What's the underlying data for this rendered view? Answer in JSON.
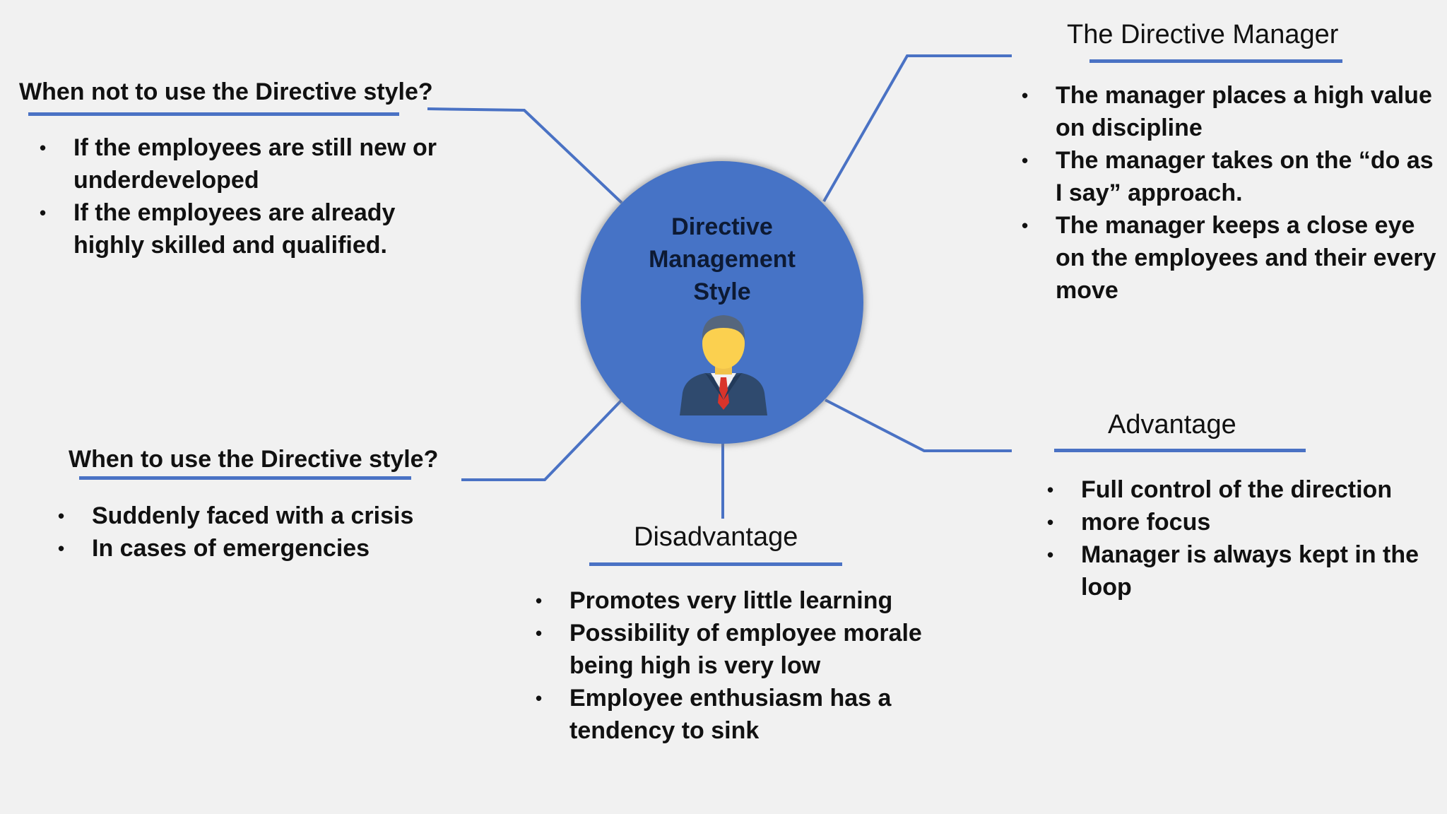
{
  "center": {
    "title_lines": [
      "Directive",
      "Management",
      "Style"
    ],
    "icon": "manager-person-icon"
  },
  "colors": {
    "background": "#f1f1f1",
    "accent": "#4a72c4",
    "hub": "#4673c6",
    "text": "#111111"
  },
  "directive_manager": {
    "heading": "The Directive Manager",
    "items": [
      "The manager places a high value on discipline",
      "The manager takes on the “do as I say” approach.",
      "The manager keeps a close eye on the employees and their every move"
    ]
  },
  "when_not": {
    "heading": "When not to use the Directive style?",
    "items": [
      "If the employees are still new or underdeveloped",
      "If the employees are already highly skilled and qualified."
    ]
  },
  "when_to": {
    "heading": "When to use the Directive style?",
    "items": [
      "Suddenly faced with a crisis",
      "In cases of emergencies"
    ]
  },
  "advantage": {
    "heading": "Advantage",
    "items": [
      "Full control of the direction",
      "more focus",
      "Manager is always kept in the loop"
    ]
  },
  "disadvantage": {
    "heading": "Disadvantage",
    "items": [
      "Promotes very little learning",
      "Possibility of employee morale being high is very low",
      "Employee enthusiasm has a tendency to sink"
    ]
  }
}
